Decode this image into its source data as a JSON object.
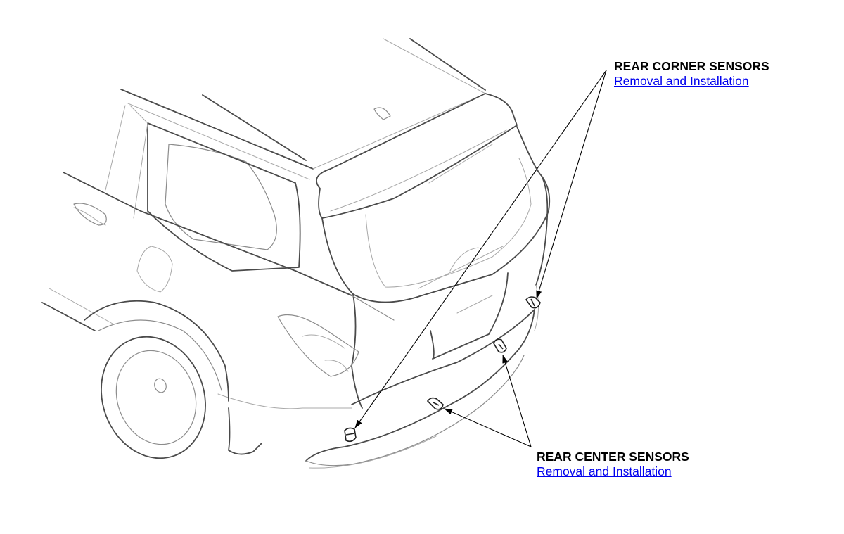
{
  "callouts": {
    "corner": {
      "title": "REAR CORNER SENSORS",
      "link": "Removal and Installation"
    },
    "center": {
      "title": "REAR CENTER SENSORS",
      "link": "Removal and Installation"
    }
  },
  "colors": {
    "link": "#0000ee",
    "label": "#000000",
    "outline": "#4a4a4a"
  }
}
